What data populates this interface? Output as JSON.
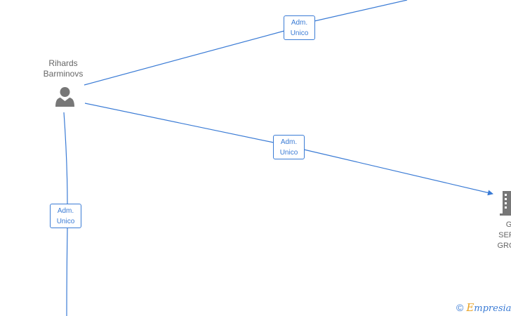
{
  "nodes": {
    "person": {
      "name_line1": "Rihards",
      "name_line2": "Barminovs",
      "icon": "person-icon"
    },
    "company": {
      "name_line1": "G",
      "name_line2": "SERV",
      "name_line3": "GROU",
      "icon": "building-icon"
    }
  },
  "edges": [
    {
      "label_line1": "Adm.",
      "label_line2": "Unico"
    },
    {
      "label_line1": "Adm.",
      "label_line2": "Unico"
    },
    {
      "label_line1": "Adm.",
      "label_line2": "Unico"
    }
  ],
  "watermark": {
    "copyright": "©",
    "brand_first": "E",
    "brand_rest": "mpresia"
  },
  "colors": {
    "edge": "#3a7bd5",
    "node_icon": "#777777",
    "node_text": "#666666",
    "brand_accent": "#e8a020"
  }
}
